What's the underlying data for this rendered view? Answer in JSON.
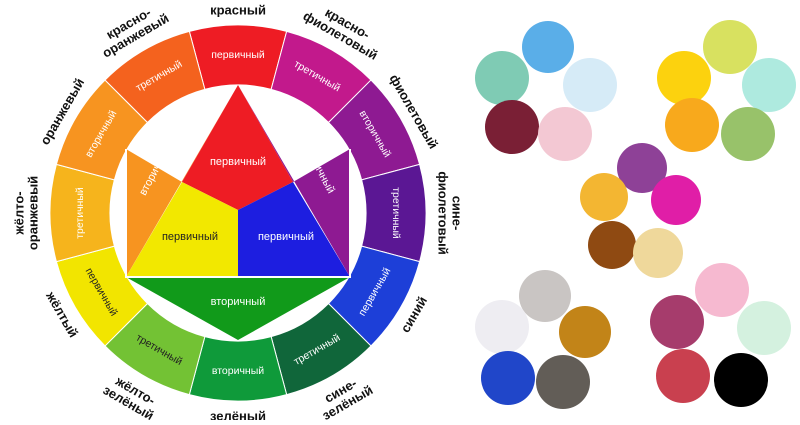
{
  "wheel": {
    "ring": [
      {
        "label": "первичный",
        "color": "#ee1c24"
      },
      {
        "label": "третичный",
        "color": "#c2198c"
      },
      {
        "label": "вторичный",
        "color": "#8e1a92"
      },
      {
        "label": "третичный",
        "color": "#5b1794"
      },
      {
        "label": "первичный",
        "color": "#1d3fd8"
      },
      {
        "label": "третичный",
        "color": "#10663a"
      },
      {
        "label": "вторичный",
        "color": "#0f9a3a"
      },
      {
        "label": "третичный",
        "color": "#73c234"
      },
      {
        "label": "первичный",
        "color": "#f2e500"
      },
      {
        "label": "третичный",
        "color": "#f6b41c"
      },
      {
        "label": "вторичный",
        "color": "#f79420"
      },
      {
        "label": "третичный",
        "color": "#f4621e"
      }
    ],
    "outer_labels": [
      "красный",
      "красно-фиолетовый",
      "фиолетовый",
      "сине-фиолетовый",
      "синий",
      "сине-зелёный",
      "зелёный",
      "жёлто-зелёный",
      "жёлтый",
      "жёлто-оранжевый",
      "оранжевый",
      "красно-оранжевый"
    ],
    "center": {
      "red": {
        "label": "первичный",
        "color": "#ee1c24"
      },
      "yellow": {
        "label": "первичный",
        "color": "#f2e800"
      },
      "blue": {
        "label": "первичный",
        "color": "#1d1ee0"
      },
      "orange": {
        "label": "вторичный",
        "color": "#f79420"
      },
      "violet": {
        "label": "вторичный",
        "color": "#8e1a92"
      },
      "green": {
        "label": "вторичный",
        "color": "#119a1a"
      }
    }
  },
  "palettes": [
    {
      "colors": [
        "#5aaee8",
        "#7fcbb4",
        "#d6ebf7",
        "#7a1f35",
        "#f3c8d3"
      ]
    },
    {
      "colors": [
        "#d8e160",
        "#fcd20e",
        "#aeeadf",
        "#f8a91c",
        "#98c26a"
      ]
    },
    {
      "colors": [
        "#8e4197",
        "#f3b632",
        "#e01ea7",
        "#8f4a12",
        "#efd89b"
      ]
    },
    {
      "colors": [
        "#c9c5c3",
        "#eeedf2",
        "#c28418",
        "#2046c9",
        "#625d57"
      ]
    },
    {
      "colors": [
        "#f6b9d0",
        "#a63c6c",
        "#d4f1df",
        "#c9404f",
        "#000000"
      ]
    }
  ]
}
